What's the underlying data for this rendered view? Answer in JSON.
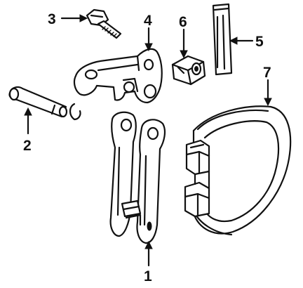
{
  "parts": [
    {
      "id": "link-assembly",
      "callout": "1",
      "icon": "twin-link-assembly"
    },
    {
      "id": "pivot-pin",
      "callout": "2",
      "icon": "pin-with-clip"
    },
    {
      "id": "bolt",
      "callout": "3",
      "icon": "hex-bolt"
    },
    {
      "id": "lever",
      "callout": "4",
      "icon": "cranked-lever"
    },
    {
      "id": "strut",
      "callout": "5",
      "icon": "flat-strut"
    },
    {
      "id": "adjuster",
      "callout": "6",
      "icon": "adjuster-block"
    },
    {
      "id": "brake-band",
      "callout": "7",
      "icon": "brake-band"
    }
  ],
  "colors": {
    "ink": "#111111",
    "paper": "#ffffff"
  }
}
